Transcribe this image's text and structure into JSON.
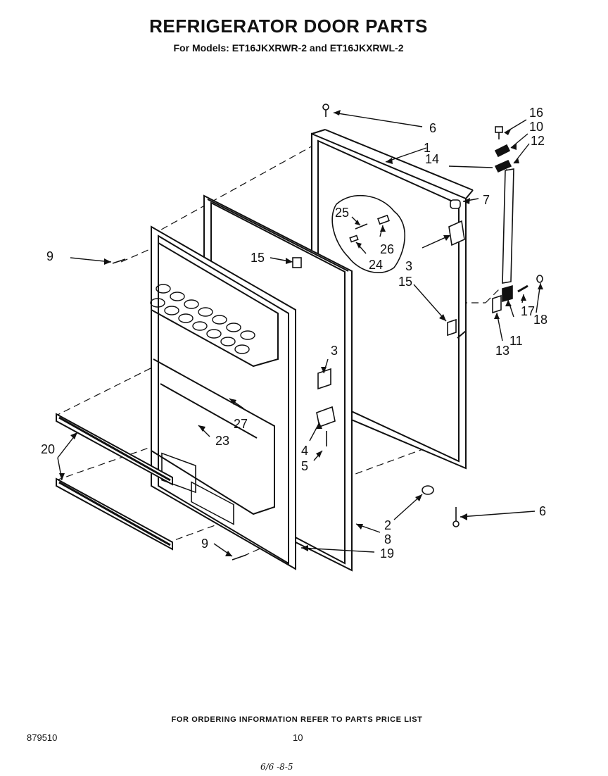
{
  "header": {
    "title": "REFRIGERATOR DOOR PARTS",
    "subtitle": "For Models: ET16JKXRWR-2 and ET16JKXRWL-2"
  },
  "callouts": [
    {
      "id": "c1",
      "label": "1"
    },
    {
      "id": "c2",
      "label": "2"
    },
    {
      "id": "c3a",
      "label": "3"
    },
    {
      "id": "c3b",
      "label": "3"
    },
    {
      "id": "c4",
      "label": "4"
    },
    {
      "id": "c5",
      "label": "5"
    },
    {
      "id": "c6a",
      "label": "6"
    },
    {
      "id": "c6b",
      "label": "6"
    },
    {
      "id": "c7",
      "label": "7"
    },
    {
      "id": "c8",
      "label": "8"
    },
    {
      "id": "c9a",
      "label": "9"
    },
    {
      "id": "c9b",
      "label": "9"
    },
    {
      "id": "c10",
      "label": "10"
    },
    {
      "id": "c11",
      "label": "11"
    },
    {
      "id": "c12",
      "label": "12"
    },
    {
      "id": "c13",
      "label": "13"
    },
    {
      "id": "c14",
      "label": "14"
    },
    {
      "id": "c15a",
      "label": "15"
    },
    {
      "id": "c15b",
      "label": "15"
    },
    {
      "id": "c16",
      "label": "16"
    },
    {
      "id": "c17",
      "label": "17"
    },
    {
      "id": "c18",
      "label": "18"
    },
    {
      "id": "c19",
      "label": "19"
    },
    {
      "id": "c20",
      "label": "20"
    },
    {
      "id": "c23",
      "label": "23"
    },
    {
      "id": "c24",
      "label": "24"
    },
    {
      "id": "c25",
      "label": "25"
    },
    {
      "id": "c26",
      "label": "26"
    },
    {
      "id": "c27",
      "label": "27"
    }
  ],
  "footer": {
    "ordering_note": "FOR ORDERING INFORMATION REFER TO PARTS PRICE LIST",
    "ref_number": "879510",
    "page_number": "10",
    "handwritten": "6/6 -8-5"
  }
}
